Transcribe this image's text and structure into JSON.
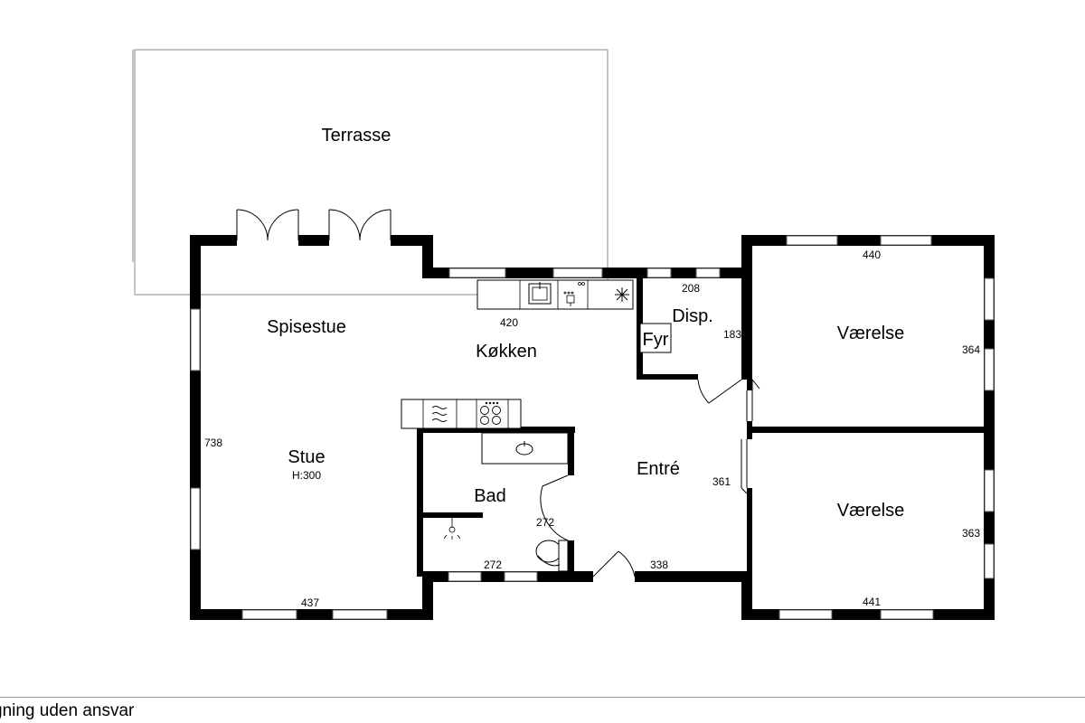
{
  "rooms": {
    "terrasse": "Terrasse",
    "spisestue": "Spisestue",
    "kokken": "Køkken",
    "stue": "Stue",
    "stue_height": "H:300",
    "bad": "Bad",
    "entre": "Entré",
    "disp": "Disp.",
    "fyr": "Fyr",
    "vaerelse_1": "Værelse",
    "vaerelse_2": "Værelse"
  },
  "dimensions": {
    "kitchen_width": "420",
    "stue_width": "437",
    "stue_depth": "738",
    "disp_width": "208",
    "disp_depth": "183",
    "room1_width": "440",
    "room1_depth": "364",
    "room2_width": "441",
    "room2_depth": "363",
    "entre_depth": "361",
    "entre_width": "338",
    "bad_width": "272",
    "bad_depth": "272"
  },
  "icons": [
    "sink-icon",
    "dishwasher-icon",
    "freezer-icon",
    "oven-icon",
    "hob-icon",
    "washbasin-icon",
    "toilet-icon",
    "shower-icon"
  ],
  "footer": {
    "disclaimer": "gning uden ansvar"
  }
}
